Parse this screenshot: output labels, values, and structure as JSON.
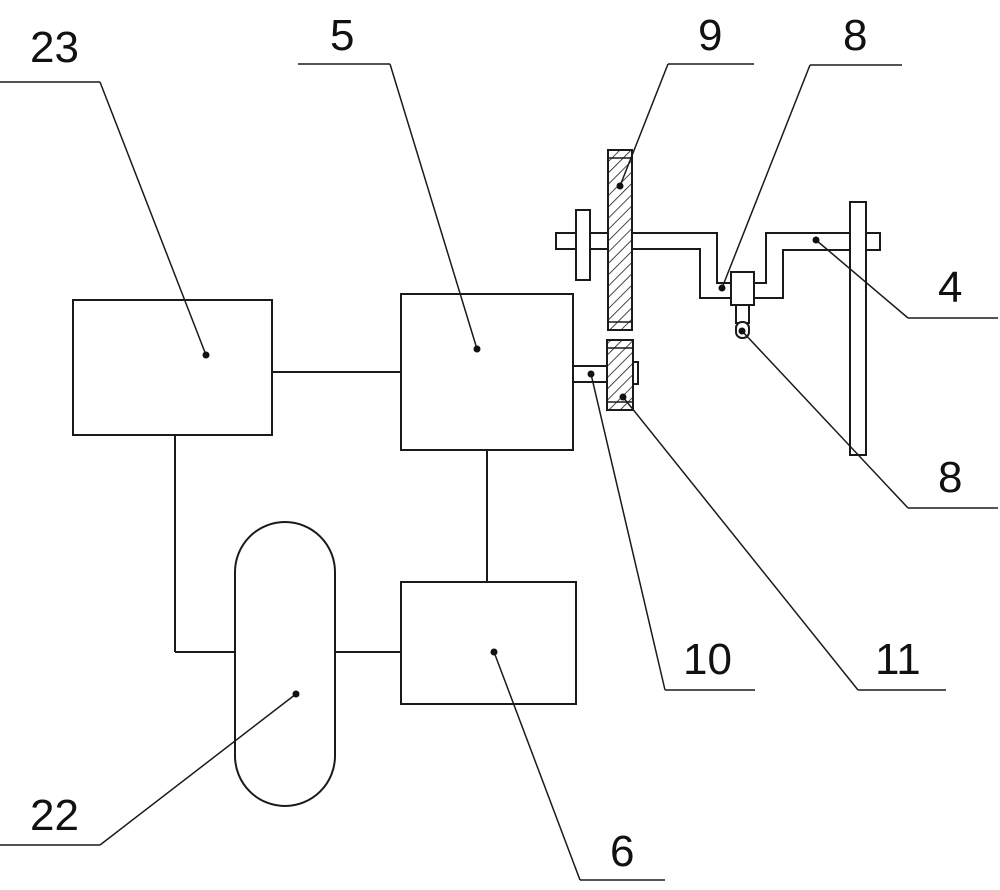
{
  "labels": {
    "l23": "23",
    "l5": "5",
    "l9": "9",
    "l8_top": "8",
    "l4": "4",
    "l8_bottom": "8",
    "l10": "10",
    "l11": "11",
    "l22": "22",
    "l6": "6"
  },
  "colors": {
    "line": "#1a1a1a",
    "background": "#ffffff",
    "hatch": "#1a1a1a"
  }
}
